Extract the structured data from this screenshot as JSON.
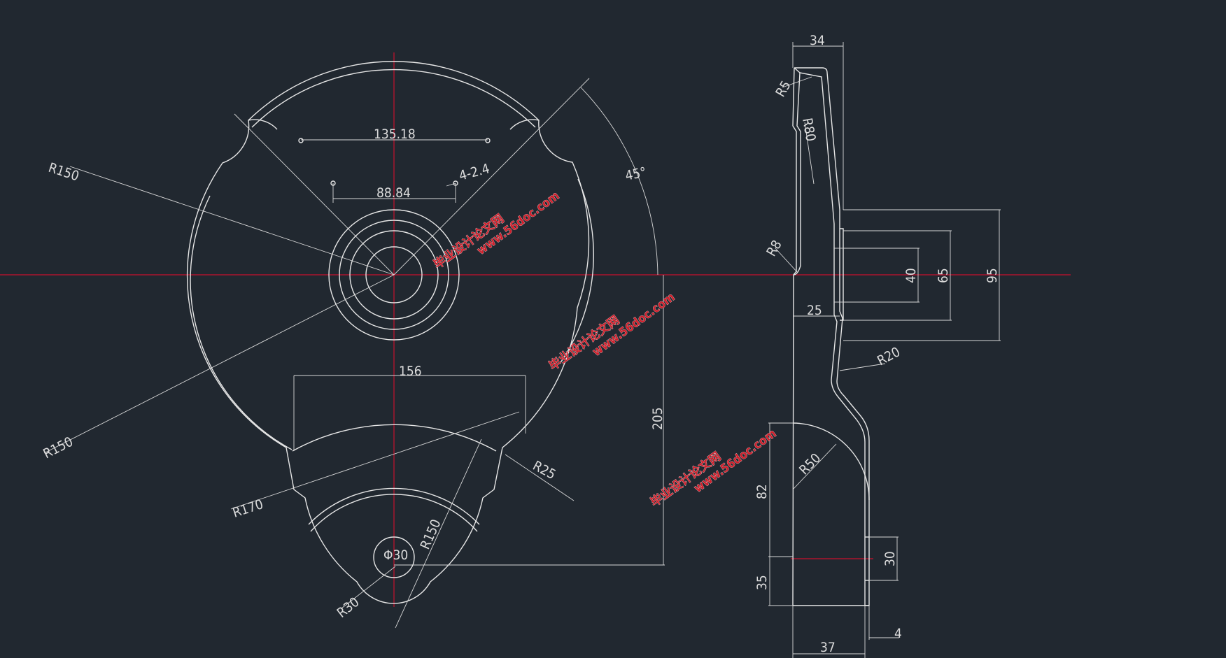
{
  "drawing": {
    "front_view": {
      "dimensions": {
        "d_135": "135.18",
        "d_88": "88.84",
        "d_holes": "4-2.4",
        "d_angle": "45°",
        "d_r150_a": "R150",
        "d_r150_b": "R150",
        "d_r150_c": "R150",
        "d_156": "156",
        "d_205": "205",
        "d_r25": "R25",
        "d_r170": "R170",
        "d_phi30": "Φ30",
        "d_r30": "R30"
      }
    },
    "side_view": {
      "dimensions": {
        "d_34": "34",
        "d_r5": "R5",
        "d_r80": "R80",
        "d_r8": "R8",
        "d_25": "25",
        "d_40": "40",
        "d_65": "65",
        "d_95": "95",
        "d_r20": "R20",
        "d_r50": "R50",
        "d_82": "82",
        "d_35": "35",
        "d_30": "30",
        "d_4": "4",
        "d_37": "37"
      }
    },
    "watermark": {
      "site": "www.56doc.com",
      "tag": "毕业设计论文网"
    },
    "colors": {
      "background": "#212830",
      "geometry": "#e6e6e6",
      "centerline": "#c8102e",
      "watermark": "#cf1f2b"
    }
  }
}
